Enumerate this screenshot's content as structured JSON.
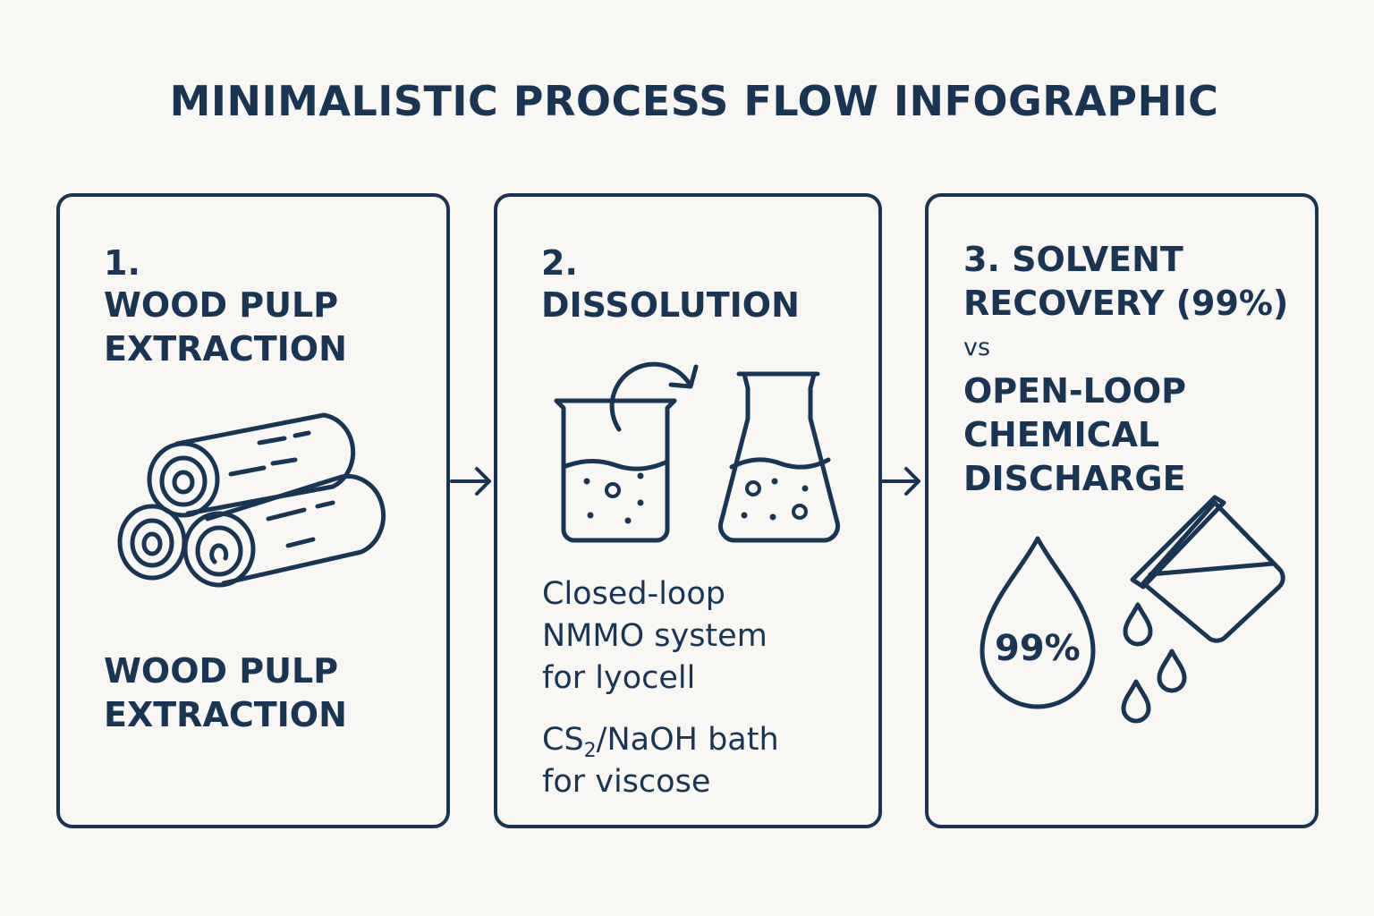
{
  "title": "MINIMALISTIC PROCESS FLOW INFOGRAPHIC",
  "steps": [
    {
      "number": "1.",
      "heading": "WOOD PULP\nEXTRACTION",
      "caption": "WOOD PULP\nEXTRACTION",
      "icon": "wood-logs-icon"
    },
    {
      "number": "2.",
      "heading": "DISSOLUTION",
      "icon": "beaker-flask-icon",
      "text_lyocell": "Closed-loop\nNMMO system\nfor lyocell",
      "text_viscose_prefix": "CS",
      "text_viscose_subscript": "2",
      "text_viscose_suffix": "/NaOH bath",
      "text_viscose_line2": "for viscose"
    },
    {
      "heading": "3. SOLVENT\nRECOVERY (99%)",
      "vs": "vs",
      "heading_2": "OPEN-LOOP\nCHEMICAL\nDISCHARGE",
      "drop_value": "99%",
      "icons": [
        "water-drop-icon",
        "pouring-container-icon"
      ]
    }
  ],
  "colors": {
    "ink": "#1a3553",
    "background": "#f8f7f3"
  }
}
